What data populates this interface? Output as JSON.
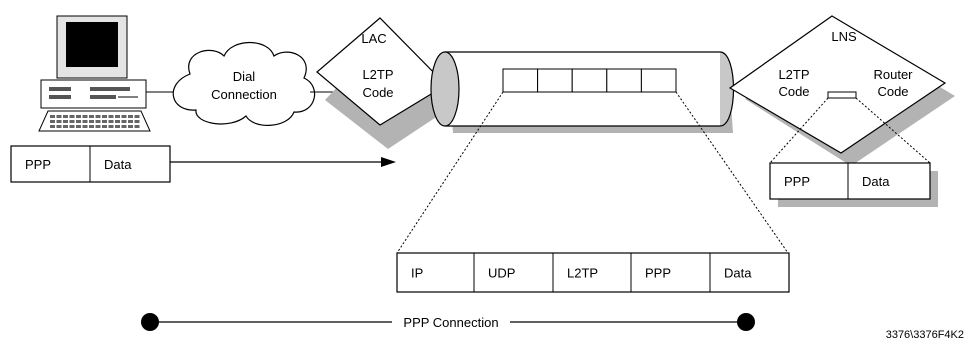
{
  "colors": {
    "shadow": "#b3b3b3",
    "tube_end": "#c8c8c8",
    "stroke": "#000000",
    "fill": "#ffffff"
  },
  "nodes": {
    "computer": {
      "icon": "desktop-computer-icon"
    },
    "cloud": {
      "line1": "Dial",
      "line2": "Connection",
      "icon": "cloud-icon"
    },
    "lac": {
      "title": "LAC",
      "line1": "L2TP",
      "line2": "Code"
    },
    "lns": {
      "title": "LNS",
      "left_line1": "L2TP",
      "left_line2": "Code",
      "right_line1": "Router",
      "right_line2": "Code"
    }
  },
  "frames": {
    "client": [
      "PPP",
      "Data"
    ],
    "lns_side": [
      "PPP",
      "Data"
    ],
    "encapsulated": [
      "IP",
      "UDP",
      "L2TP",
      "PPP",
      "Data"
    ]
  },
  "tunnel": {
    "packet_cells": 5
  },
  "connection": {
    "label": "PPP Connection"
  },
  "figure_id": "3376\\3376F4K2"
}
